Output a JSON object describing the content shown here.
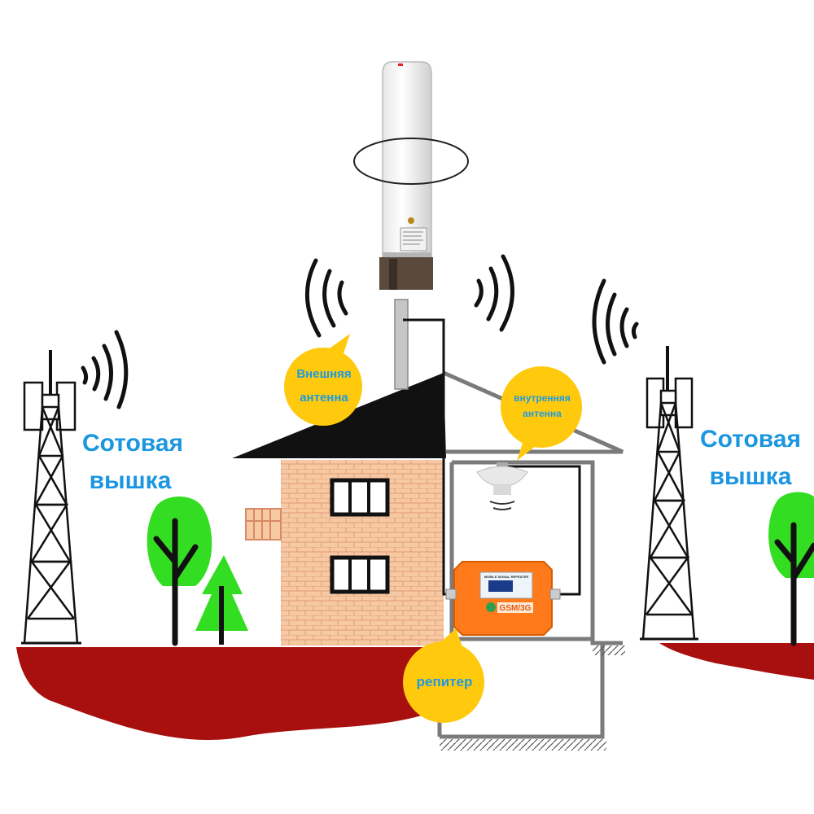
{
  "labels": {
    "tower_left_line1": "Сотовая",
    "tower_left_line2": "вышка",
    "tower_right_line1": "Сотовая",
    "tower_right_line2": "вышка",
    "outdoor_antenna_line1": "Внешняя",
    "outdoor_antenna_line2": "антенна",
    "indoor_antenna_line1": "внутренняя",
    "indoor_antenna_line2": "антенна",
    "repeater": "репитер"
  },
  "device": {
    "band_label": "GSM/3G",
    "panel_title": "MOBILE SIGNAL REPEATER"
  },
  "colors": {
    "label_blue": "#1b96e0",
    "callout_yellow": "#ffc90e",
    "ground_red": "#a80f0f",
    "brick": "#f4c39b",
    "roof": "#111111",
    "tree_green": "#33dd22",
    "repeater_orange": "#ff7a1a"
  }
}
